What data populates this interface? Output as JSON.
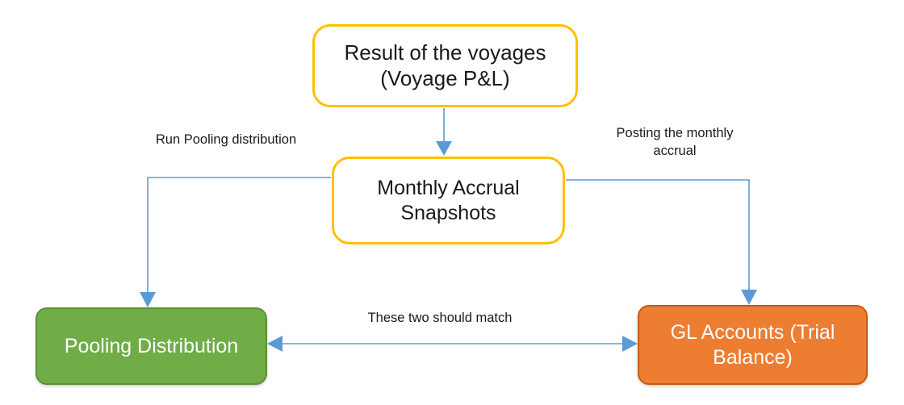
{
  "diagram": {
    "title": "Voyage result to pooling distribution and GL accounts flow",
    "background": "#ffffff",
    "colors": {
      "outline_border": "#FFC000",
      "green_fill": "#70AD47",
      "green_border": "#5C9036",
      "orange_fill": "#ED7D31",
      "orange_border": "#C55A11",
      "connector": "#5B9BD5",
      "text_dark": "#1a1a1a",
      "text_light": "#ffffff"
    },
    "nodes": [
      {
        "id": "voyage-result",
        "label": "Result of the voyages\n(Voyage P&L)",
        "style": "outline"
      },
      {
        "id": "monthly-accrual",
        "label": "Monthly Accrual\nSnapshots",
        "style": "outline"
      },
      {
        "id": "pooling-distribution",
        "label": "Pooling Distribution",
        "style": "filled-green"
      },
      {
        "id": "gl-accounts",
        "label": "GL Accounts (Trial\nBalance)",
        "style": "filled-orange"
      }
    ],
    "edges": [
      {
        "id": "voyage-to-accrual",
        "from": "voyage-result",
        "to": "monthly-accrual",
        "label": "",
        "arrows": "single"
      },
      {
        "id": "accrual-to-pooling",
        "from": "monthly-accrual",
        "to": "pooling-distribution",
        "label": "Run Pooling distribution",
        "arrows": "single"
      },
      {
        "id": "accrual-to-gl",
        "from": "monthly-accrual",
        "to": "gl-accounts",
        "label": "Posting the monthly\naccrual",
        "arrows": "single"
      },
      {
        "id": "pooling-to-gl",
        "from": "pooling-distribution",
        "to": "gl-accounts",
        "label": "These two should match",
        "arrows": "double"
      }
    ]
  }
}
